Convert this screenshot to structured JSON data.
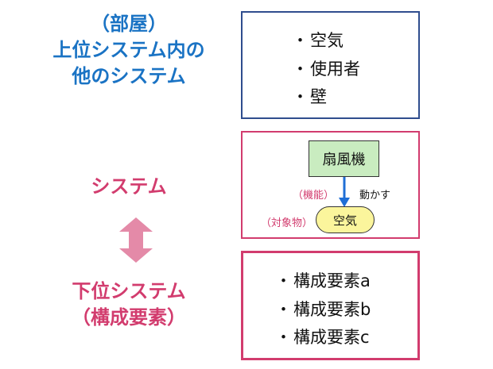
{
  "upper": {
    "line1": "（部屋）",
    "line2": "上位システム内の",
    "line3": "他のシステム",
    "items": [
      "空気",
      "使用者",
      "壁"
    ]
  },
  "system": {
    "label": "システム",
    "fan": "扇風機",
    "function_label": "（機能）",
    "action": "動かす",
    "object_label": "（対象物）",
    "air": "空気"
  },
  "lower": {
    "line1": "下位システム",
    "line2": "（構成要素）",
    "items": [
      "構成要素a",
      "構成要素b",
      "構成要素c"
    ]
  },
  "colors": {
    "blue_text": "#1a73c4",
    "pink_text": "#d23c6e",
    "box_blue_border": "#2f4d8e",
    "box_pink_border": "#d23c6e",
    "fan_fill": "#c9ecc0",
    "air_fill": "#fbf59c",
    "arrow_blue": "#1f6fd6",
    "double_arrow": "#e48aa8"
  },
  "icons": [
    "down-arrow-icon",
    "double-vertical-arrow-icon"
  ]
}
